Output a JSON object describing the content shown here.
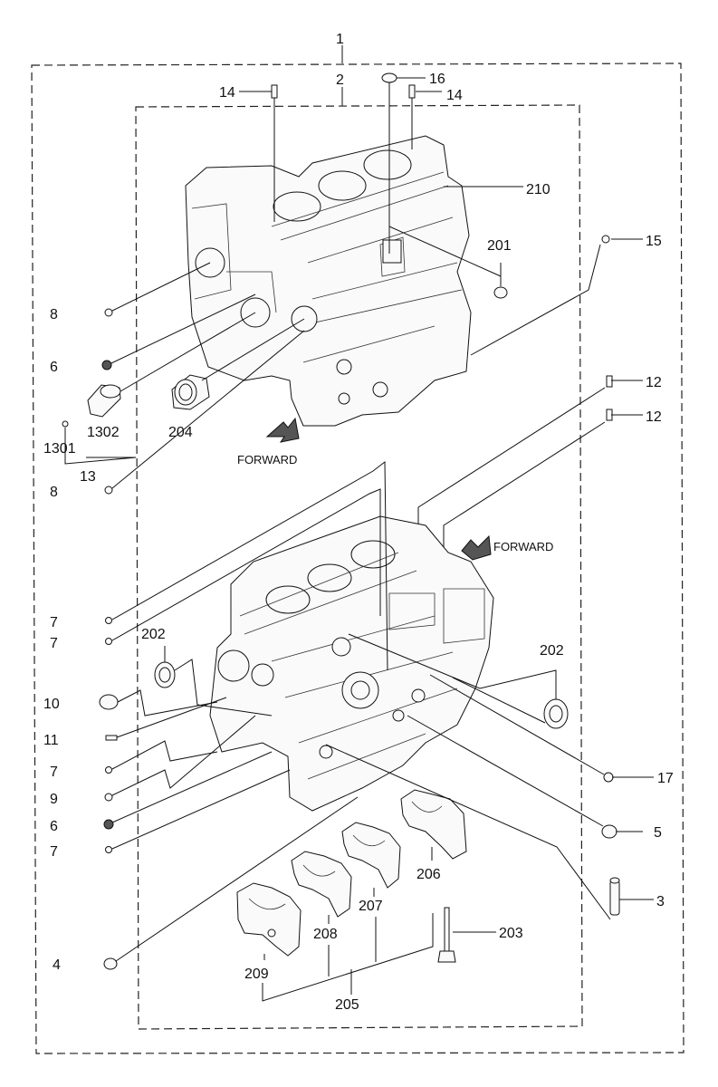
{
  "labels": {
    "l1": "1",
    "l2": "2",
    "l3": "3",
    "l4": "4",
    "l5": "5",
    "l6a": "6",
    "l6b": "6",
    "l7a": "7",
    "l7b": "7",
    "l7c": "7",
    "l7d": "7",
    "l8a": "8",
    "l8b": "8",
    "l9": "9",
    "l10": "10",
    "l11": "11",
    "l12a": "12",
    "l12b": "12",
    "l13": "13",
    "l14a": "14",
    "l14b": "14",
    "l15": "15",
    "l16": "16",
    "l17": "17",
    "l201": "201",
    "l202a": "202",
    "l202b": "202",
    "l203": "203",
    "l204": "204",
    "l205": "205",
    "l206": "206",
    "l207": "207",
    "l208": "208",
    "l209": "209",
    "l210": "210",
    "l1301": "1301",
    "l1302": "1302"
  },
  "forward_labels": {
    "top": "FORWARD",
    "bottom": "FORWARD"
  }
}
